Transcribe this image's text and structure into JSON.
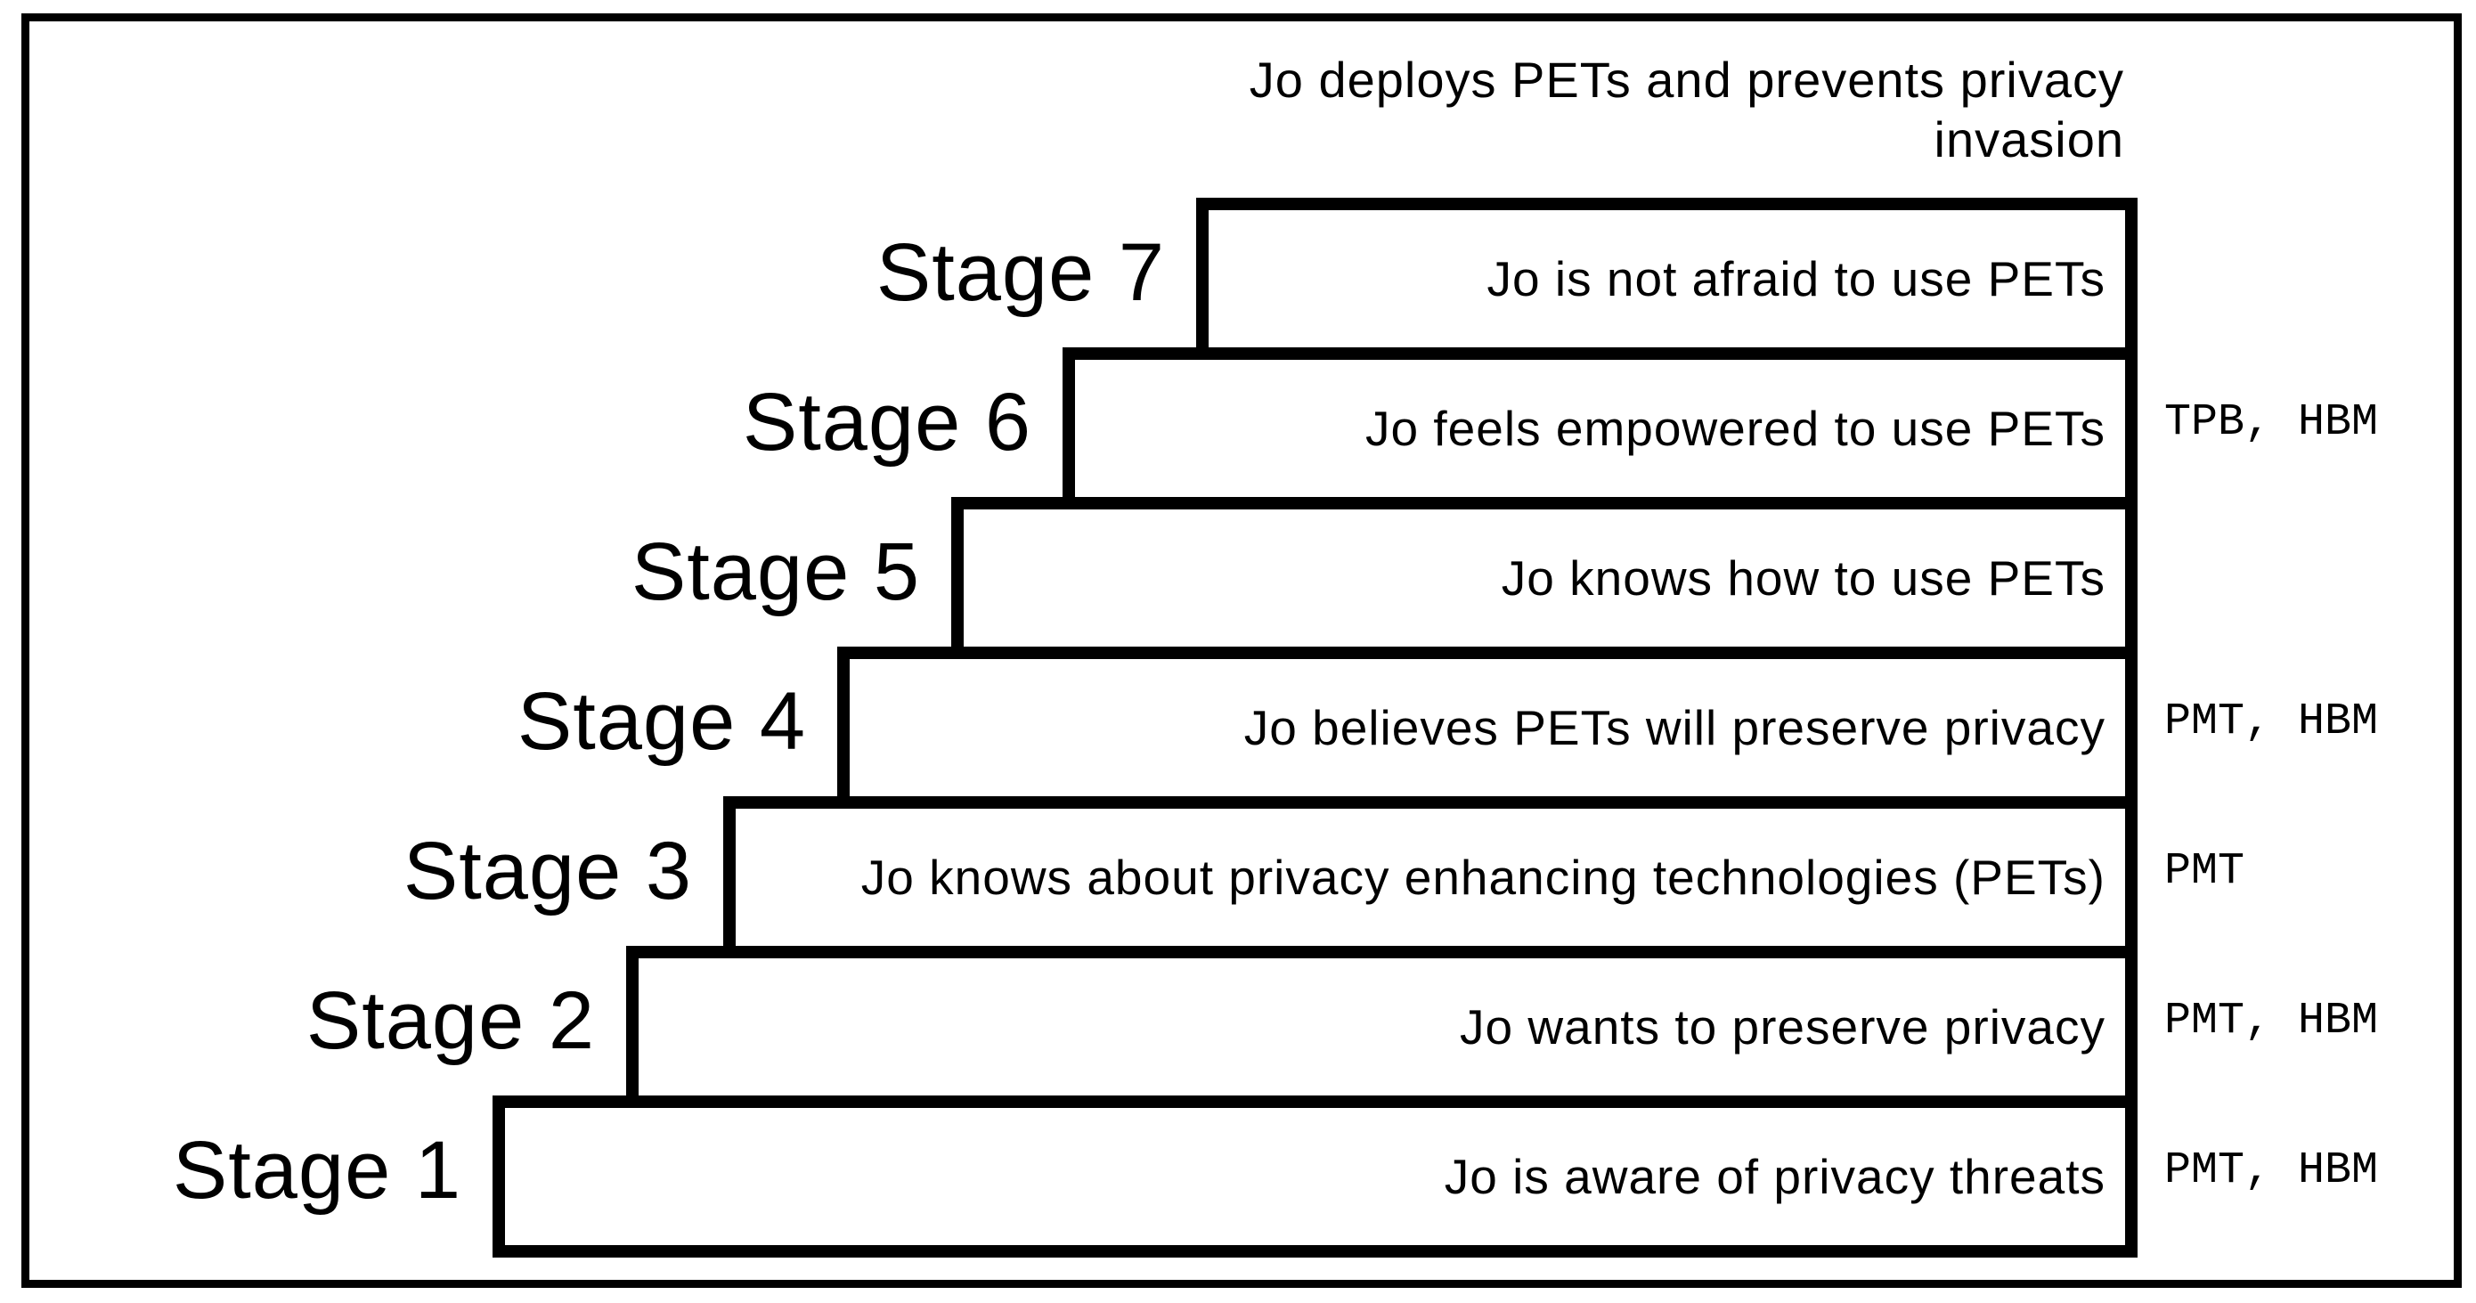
{
  "outcome": {
    "line1": "Jo deploys PETs and prevents privacy",
    "line2": "invasion"
  },
  "stages": [
    {
      "label": "Stage 7",
      "description": "Jo is not afraid to use PETs",
      "theories": ""
    },
    {
      "label": "Stage 6",
      "description": "Jo feels empowered to use PETs",
      "theories": "TPB, HBM"
    },
    {
      "label": "Stage 5",
      "description": "Jo knows how to use PETs",
      "theories": ""
    },
    {
      "label": "Stage 4",
      "description": "Jo believes PETs will preserve privacy",
      "theories": "PMT, HBM"
    },
    {
      "label": "Stage 3",
      "description": "Jo knows about privacy enhancing technologies (PETs)",
      "theories": "PMT"
    },
    {
      "label": "Stage 2",
      "description": "Jo wants to preserve privacy",
      "theories": "PMT, HBM"
    },
    {
      "label": "Stage 1",
      "description": "Jo is aware of privacy threats",
      "theories": "PMT, HBM"
    }
  ],
  "colors": {
    "ink": "#000000",
    "background": "#ffffff"
  }
}
